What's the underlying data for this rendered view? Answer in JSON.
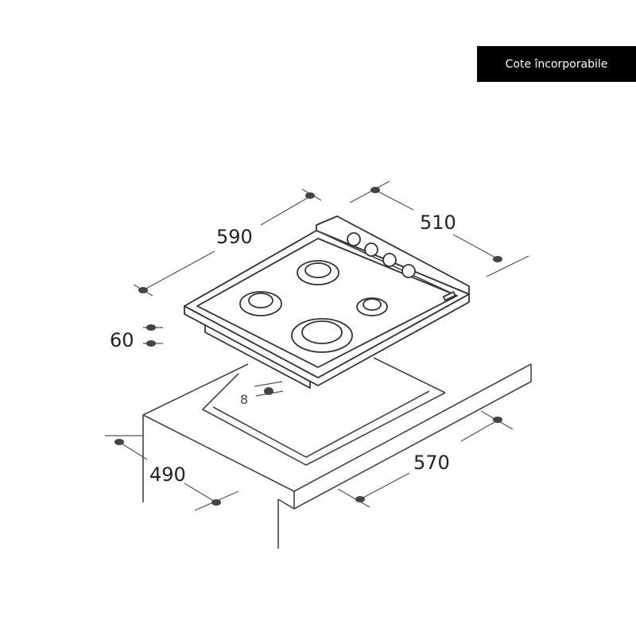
{
  "badge": {
    "label": "Cote încorporabile"
  },
  "dimensions": {
    "hob_width": "590",
    "hob_depth": "510",
    "hob_height": "60",
    "clearance": "8",
    "cutout_depth": "490",
    "cutout_width": "570"
  }
}
